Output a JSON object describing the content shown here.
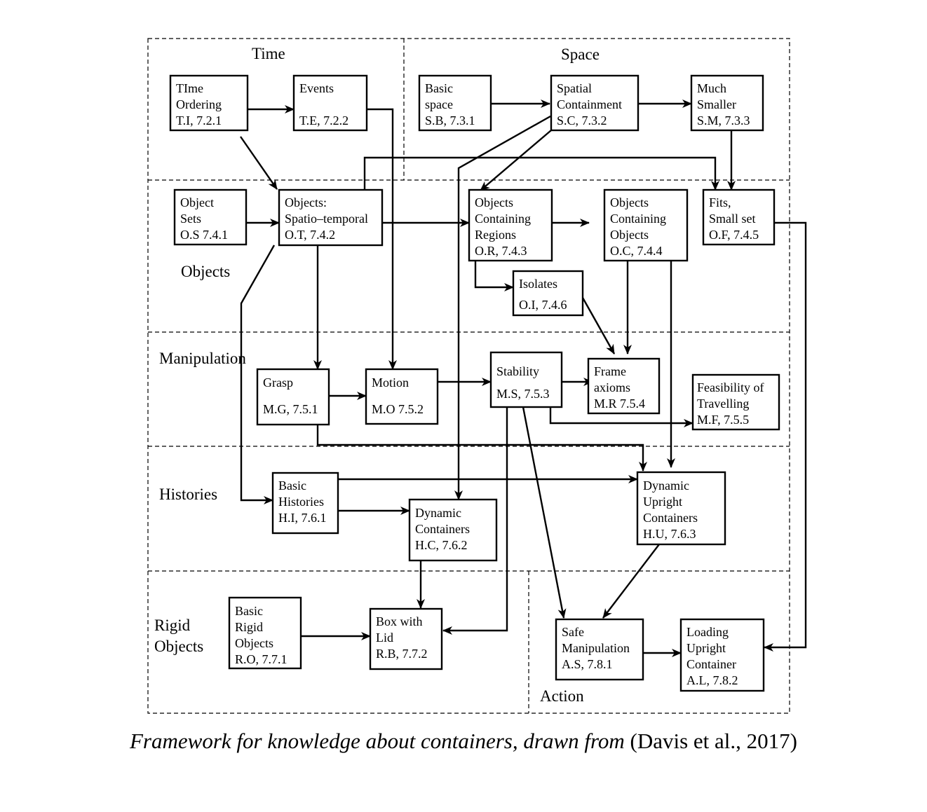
{
  "regions": {
    "time": "Time",
    "space": "Space",
    "objects": "Objects",
    "manipulation": "Manipulation",
    "histories": "Histories",
    "rigid_1": "Rigid",
    "rigid_2": "Objects",
    "action": "Action"
  },
  "nodes": {
    "TI": [
      "TIme",
      "Ordering",
      "T.I,  7.2.1"
    ],
    "TE": [
      "Events",
      "",
      "T.E, 7.2.2"
    ],
    "SB": [
      "Basic",
      "space",
      "S.B, 7.3.1"
    ],
    "SC": [
      "Spatial",
      "Containment",
      "S.C, 7.3.2"
    ],
    "SM": [
      "Much",
      "Smaller",
      "S.M, 7.3.3"
    ],
    "OS": [
      "Object",
      "Sets",
      "O.S  7.4.1"
    ],
    "OT": [
      "Objects:",
      "Spatio–temporal",
      "O.T,  7.4.2"
    ],
    "OR": [
      "Objects",
      "Containing",
      "Regions",
      "O.R, 7.4.3"
    ],
    "OC": [
      "Objects",
      "Containing",
      "Objects",
      "O.C, 7.4.4"
    ],
    "OF": [
      "Fits,",
      "Small set",
      "O.F, 7.4.5"
    ],
    "OI": [
      "Isolates",
      "O.I, 7.4.6"
    ],
    "MG": [
      "Grasp",
      "M.G, 7.5.1"
    ],
    "MO": [
      "Motion",
      "M.O 7.5.2"
    ],
    "MS": [
      "Stability",
      "M.S, 7.5.3"
    ],
    "MR": [
      "Frame",
      "axioms",
      "M.R 7.5.4"
    ],
    "MF": [
      "Feasibility of",
      "Travelling",
      "M.F,  7.5.5"
    ],
    "HI": [
      "Basic",
      "Histories",
      "H.I, 7.6.1"
    ],
    "HC": [
      "Dynamic",
      "Containers",
      "H.C, 7.6.2"
    ],
    "HU": [
      "Dynamic",
      "Upright",
      "Containers",
      "H.U, 7.6.3"
    ],
    "RO": [
      "Basic",
      "Rigid",
      "Objects",
      "R.O, 7.7.1"
    ],
    "RB": [
      "Box with",
      "Lid",
      "R.B, 7.7.2"
    ],
    "AS": [
      "Safe",
      "Manipulation",
      "A.S, 7.8.1"
    ],
    "AL": [
      "Loading",
      "Upright",
      "Container",
      "A.L, 7.8.2"
    ]
  },
  "caption": {
    "italic": "Framework for knowledge about containers, drawn from",
    "citation": "(Davis et al., 2017)"
  }
}
